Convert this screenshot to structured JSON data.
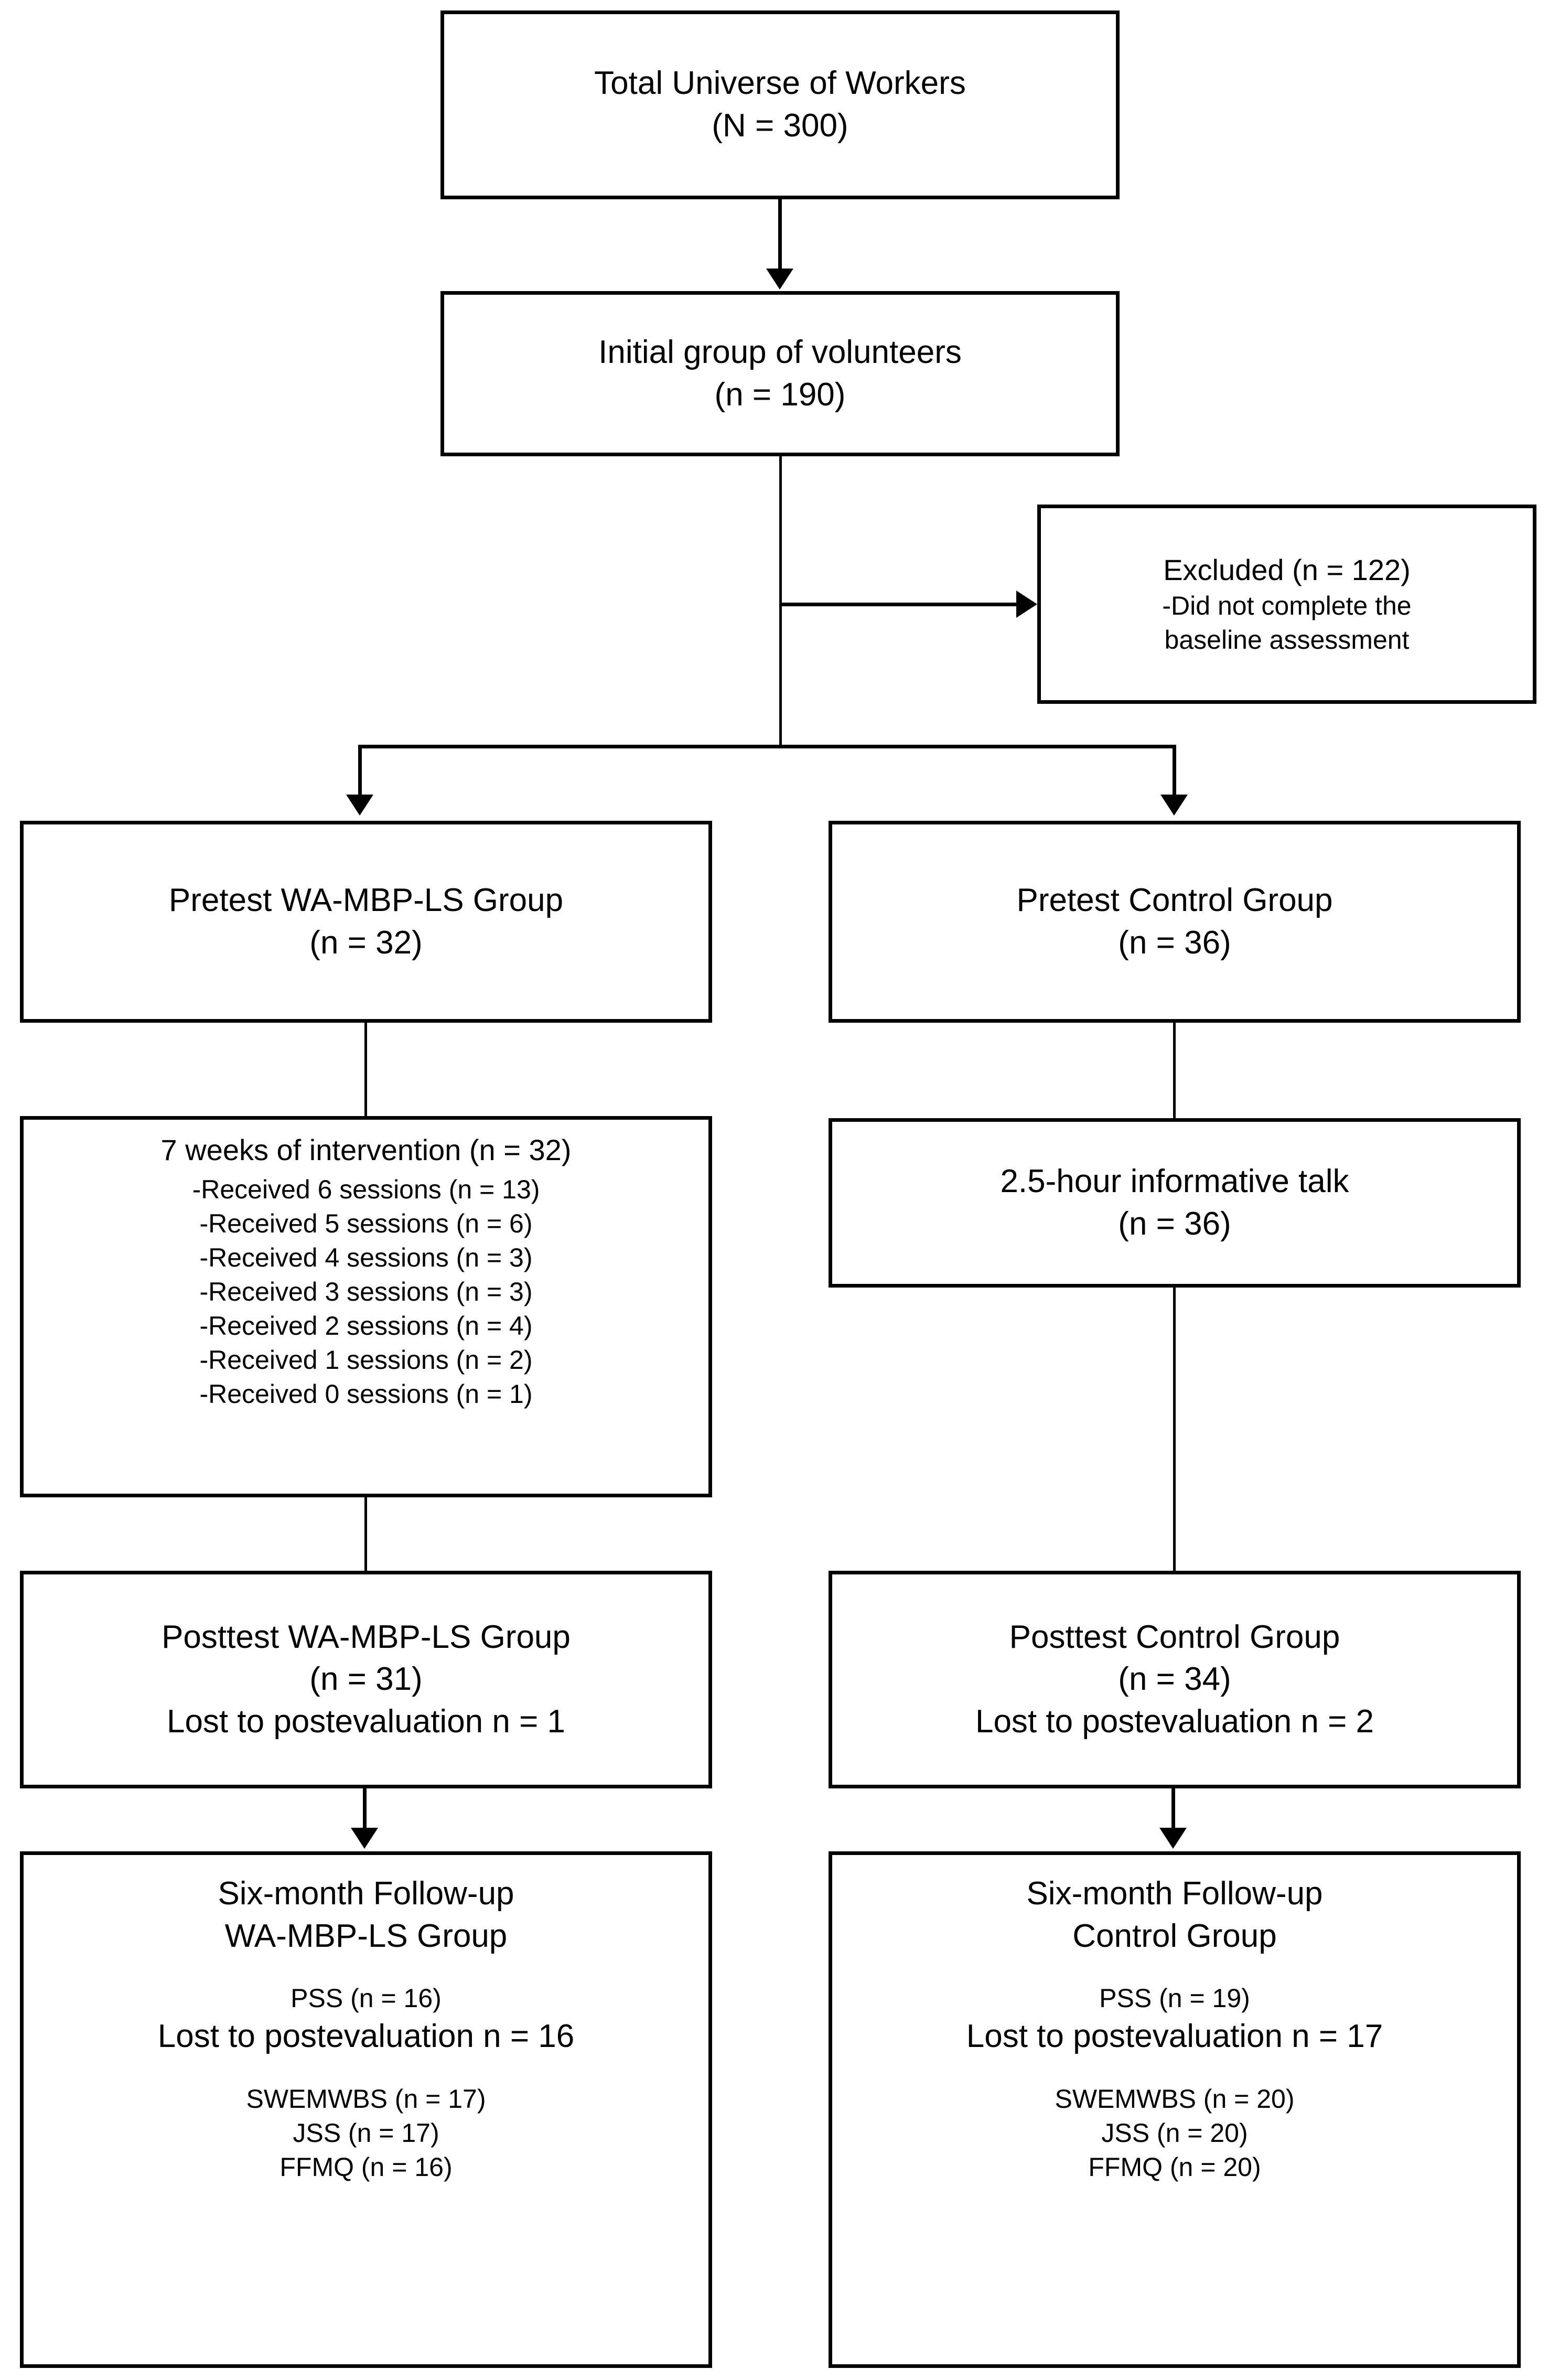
{
  "diagram": {
    "title": "CONSORT-style participant flow diagram",
    "line_color": "#000000",
    "background": "#ffffff"
  },
  "nodes": {
    "total_universe": {
      "line1": "Total Universe of Workers",
      "line2": "(N = 300)"
    },
    "initial_volunteers": {
      "line1": "Initial group of volunteers",
      "line2": "(n = 190)"
    },
    "excluded": {
      "line1": "Excluded (n = 122)",
      "line2": "-Did not complete the",
      "line3": "baseline assessment"
    },
    "pretest_intervention": {
      "line1": "Pretest WA-MBP-LS Group",
      "line2": "(n = 32)"
    },
    "pretest_control": {
      "line1": "Pretest Control Group",
      "line2": "(n = 36)"
    },
    "intervention": {
      "header": "7 weeks of intervention (n = 32)",
      "sessions": [
        "-Received 6 sessions (n = 13)",
        "-Received 5 sessions (n = 6)",
        "-Received 4 sessions (n = 3)",
        "-Received 3 sessions (n = 3)",
        "-Received 2 sessions (n = 4)",
        "-Received 1 sessions (n = 2)",
        "-Received 0 sessions (n = 1)"
      ]
    },
    "informative_talk": {
      "line1": "2.5-hour informative talk",
      "line2": "(n = 36)"
    },
    "posttest_intervention": {
      "line1": "Posttest WA-MBP-LS Group",
      "line2": "(n = 31)",
      "line3": "Lost to postevaluation n = 1"
    },
    "posttest_control": {
      "line1": "Posttest Control Group",
      "line2": "(n = 34)",
      "line3": "Lost to postevaluation n = 2"
    },
    "followup_intervention": {
      "line1": "Six-month Follow-up",
      "line2": "WA-MBP-LS Group",
      "pss": "PSS (n = 16)",
      "lost": "Lost to postevaluation n = 16",
      "swemwbs": "SWEMWBS (n = 17)",
      "jss": "JSS (n = 17)",
      "ffmq": "FFMQ (n = 16)"
    },
    "followup_control": {
      "line1": "Six-month Follow-up",
      "line2": "Control Group",
      "pss": "PSS (n = 19)",
      "lost": "Lost to postevaluation n = 17",
      "swemwbs": "SWEMWBS (n = 20)",
      "jss": "JSS (n = 20)",
      "ffmq": "FFMQ (n = 20)"
    }
  }
}
